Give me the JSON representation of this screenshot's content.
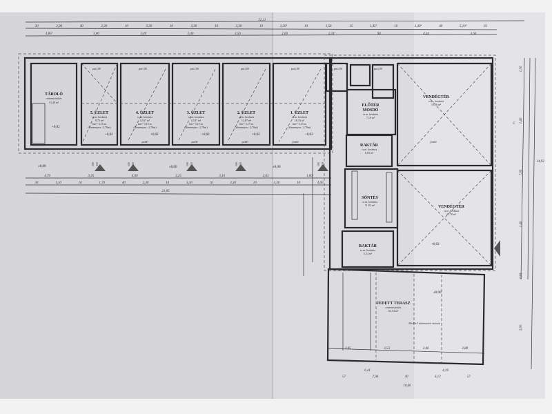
{
  "rooms": {
    "storage": {
      "name": "TÁROLÓ",
      "finish": "cementsimítás",
      "area": "13,48 m²"
    },
    "shop5": {
      "name": "5. ÜZLET",
      "finish": "cs.m. kerámia",
      "area": "9,73 m²",
      "height": "hm= 3,15 m",
      "ceiling": "(álmennyez.: 2,70m)"
    },
    "shop4": {
      "name": "4. ÜZLET",
      "finish": "cs.m. kerámia",
      "area": "12,87 m²",
      "height": "hm= 3,15 m",
      "ceiling": "(álmennyez.: 2,70m)"
    },
    "shop3": {
      "name": "3. ÜZLET",
      "finish": "cs.m. kerámia",
      "area": "12,87 m²",
      "height": "hm= 3,15 m",
      "ceiling": "(álmennyez.: 2,70m)"
    },
    "shop2": {
      "name": "2. ÜZLET",
      "finish": "cs.m. kerámia",
      "area": "12,87 m²",
      "height": "hm= 3,15 m",
      "ceiling": "(álmennyez.: 2,70m)"
    },
    "shop1": {
      "name": "1. ÜZLET",
      "finish": "cs.m. kerámia",
      "area": "18,33 m²",
      "height": "hm= 3,15 m",
      "ceiling": "(álmennyez.: 2,70m)"
    },
    "lobby": {
      "name": "ELŐTÉR",
      "name2": "MOSDÓ",
      "finish": "cs.m. kerámia",
      "area": "7,16 m²"
    },
    "store1": {
      "name": "RAKTÁR",
      "finish": "cs.m. kerámia",
      "area": "6,03 m²"
    },
    "bar": {
      "name": "SÖNTÉS",
      "finish": "cs.m. kerámia",
      "area": "11,81 m²"
    },
    "store2": {
      "name": "RAKTÁR",
      "finish": "cs.m. kerámia",
      "area": "5,54 m²"
    },
    "dining1": {
      "name": "VENDÉGTÉR",
      "finish": "cs.m. kerámia",
      "area": "16,56 m²"
    },
    "dining2": {
      "name": "VENDÉGTÉR",
      "finish": "cs.m. kerámia",
      "area": "43,70 m²"
    },
    "terrace": {
      "name": "FEDETT TERASZ",
      "finish": "cementsimítás",
      "area": "62,54 m²",
      "note": "40x40x3 süttemezett csúszós"
    }
  },
  "windows": {
    "top": "pm1,80",
    "bottom": "pm60",
    "door": "210",
    "door_w": "100"
  },
  "levels": {
    "floor": "+0,02",
    "ground": "±0,00"
  },
  "dimensions": {
    "top_total": "22,11",
    "top_row2": [
      "30",
      "2,90",
      "40",
      "2,30",
      "10",
      "3,30",
      "10",
      "3,30",
      "10",
      "3,30",
      "10",
      "3,30⁵",
      "10",
      "1,56",
      "15",
      "1,45⁵",
      "10",
      "1,39⁵",
      "40",
      "5,10⁵",
      "61"
    ],
    "top_row3": [
      "4,85⁵",
      "3,00",
      "3,40",
      "3,40",
      "3,50",
      "2,60",
      "2,31⁵",
      "90",
      "4,34",
      "3,60"
    ],
    "bottom_row1": [
      "4,70",
      "3,35",
      "4,00",
      "3,25",
      "3,10",
      "2,63",
      "1,00"
    ],
    "bottom_row2": [
      "30",
      "1,10",
      "10",
      "1,70",
      "40",
      "2,30",
      "10",
      "3,30",
      "10",
      "3,30",
      "10",
      "3,30",
      "10",
      "4,00"
    ],
    "bottom_total": "21,05",
    "terrace_row": [
      "2,95",
      "2,53",
      "2,06",
      "2,88"
    ],
    "terrace_r1": [
      "6,41",
      "4,19"
    ],
    "terrace_r2": [
      "57",
      "2,94",
      "40",
      "6,13",
      "57"
    ],
    "terrace_total": "10,60",
    "right": [
      "1,90",
      "1,40",
      "7,65",
      "1,40",
      "1,93",
      "3,90"
    ],
    "right_total": "14,93",
    "section": "C"
  }
}
